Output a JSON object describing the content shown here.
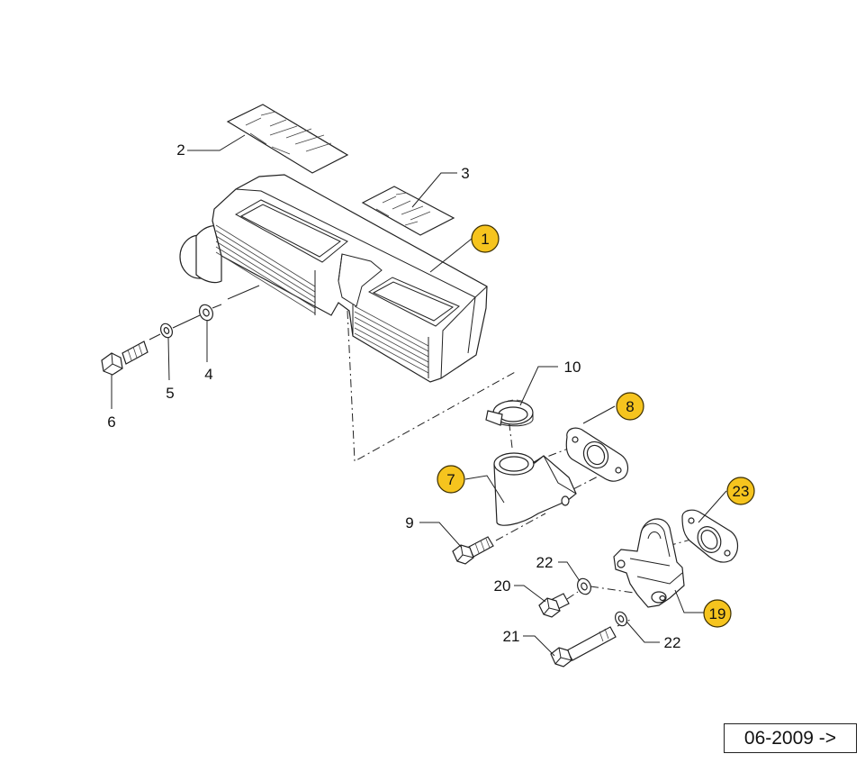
{
  "callouts": [
    {
      "id": "1",
      "highlighted": true
    },
    {
      "id": "2",
      "highlighted": false
    },
    {
      "id": "3",
      "highlighted": false
    },
    {
      "id": "4",
      "highlighted": false
    },
    {
      "id": "5",
      "highlighted": false
    },
    {
      "id": "6",
      "highlighted": false
    },
    {
      "id": "7",
      "highlighted": true
    },
    {
      "id": "8",
      "highlighted": true
    },
    {
      "id": "9",
      "highlighted": false
    },
    {
      "id": "10",
      "highlighted": false
    },
    {
      "id": "19",
      "highlighted": true
    },
    {
      "id": "20",
      "highlighted": false
    },
    {
      "id": "21",
      "highlighted": false
    },
    {
      "id": "22a",
      "label": "22",
      "highlighted": false
    },
    {
      "id": "22b",
      "label": "22",
      "highlighted": false
    },
    {
      "id": "23",
      "highlighted": true
    }
  ],
  "labels": {
    "c1": "1",
    "c2": "2",
    "c3": "3",
    "c4": "4",
    "c5": "5",
    "c6": "6",
    "c7": "7",
    "c8": "8",
    "c9": "9",
    "c10": "10",
    "c19": "19",
    "c20": "20",
    "c21": "21",
    "c22a": "22",
    "c22b": "22",
    "c23": "23"
  },
  "version_tag": "06-2009 ->",
  "colors": {
    "highlight_fill": "#f6c41e",
    "line": "#222222",
    "background": "#ffffff"
  }
}
